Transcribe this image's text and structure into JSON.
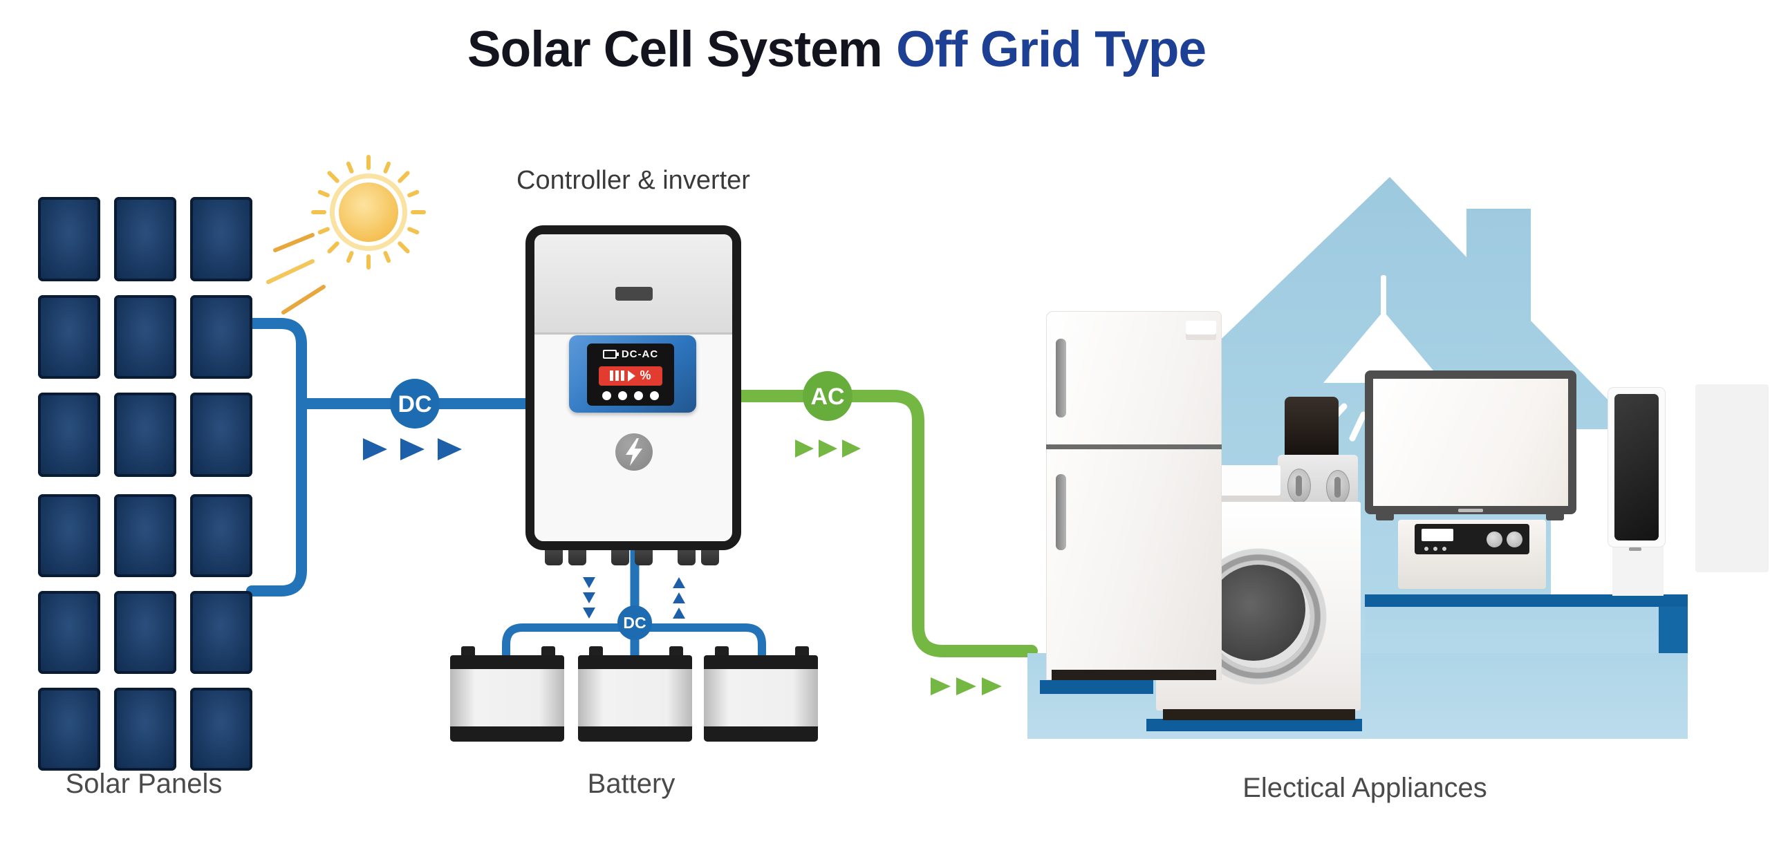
{
  "title": {
    "text_dark": "Solar Cell System",
    "text_accent": "Off Grid Type"
  },
  "component_labels": {
    "controller": "Controller & inverter",
    "solar_panels": "Solar Panels",
    "battery": "Battery",
    "appliances": "Electical Appliances"
  },
  "flow_badges": {
    "dc_from_panels": "DC",
    "dc_to_battery": "DC",
    "ac_to_loads": "AC"
  },
  "controller_display": {
    "mode": "DC-AC",
    "percent_symbol": "%"
  },
  "icons": {
    "sun": "radiating-sun shape",
    "lightning_bolt": "zigzag bolt in circle",
    "flow_arrow": "▶",
    "pendant_lamp": "hanging lamp with light rays",
    "battery_gauge": "battery bars in red box"
  },
  "colors": {
    "title_dark": "#14141e",
    "title_accent": "#1e4094",
    "wire_dc": "#2273b8",
    "wire_ac": "#74b843",
    "badge_dc": "#1d6cb2",
    "badge_ac": "#66ad3c",
    "arrow_dc": "#1d5fa8",
    "arrow_ac": "#74b843",
    "panel_cell_dark": "#102a4d",
    "panel_cell_mid": "#1a3a63",
    "panel_cell_light": "#2b4f7d",
    "house": "#a5cfe3",
    "platform_light": "#aed6e8",
    "platform_dark": "#11609e",
    "display_blue": "#2e76c0",
    "display_red": "#e23b30",
    "label_gray": "#4a4a4a",
    "sun_gold": "#f6c14f"
  }
}
